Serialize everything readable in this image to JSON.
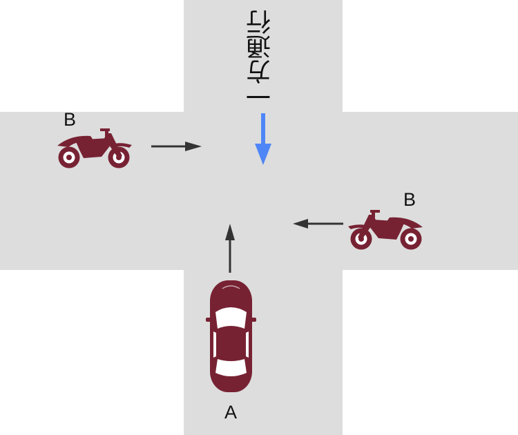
{
  "diagram": {
    "one_way_sign": "一方通行",
    "vehicle_a_label": "A",
    "vehicle_b_left_label": "B",
    "vehicle_b_right_label": "B"
  },
  "colors": {
    "road": "#dddddd",
    "vehicle": "#772233",
    "arrow": "#333333",
    "one_way_arrow": "#4f86f7",
    "background": "#ffffff"
  },
  "icons": {
    "car": "car-icon",
    "motorcycle": "motorcycle-icon"
  }
}
